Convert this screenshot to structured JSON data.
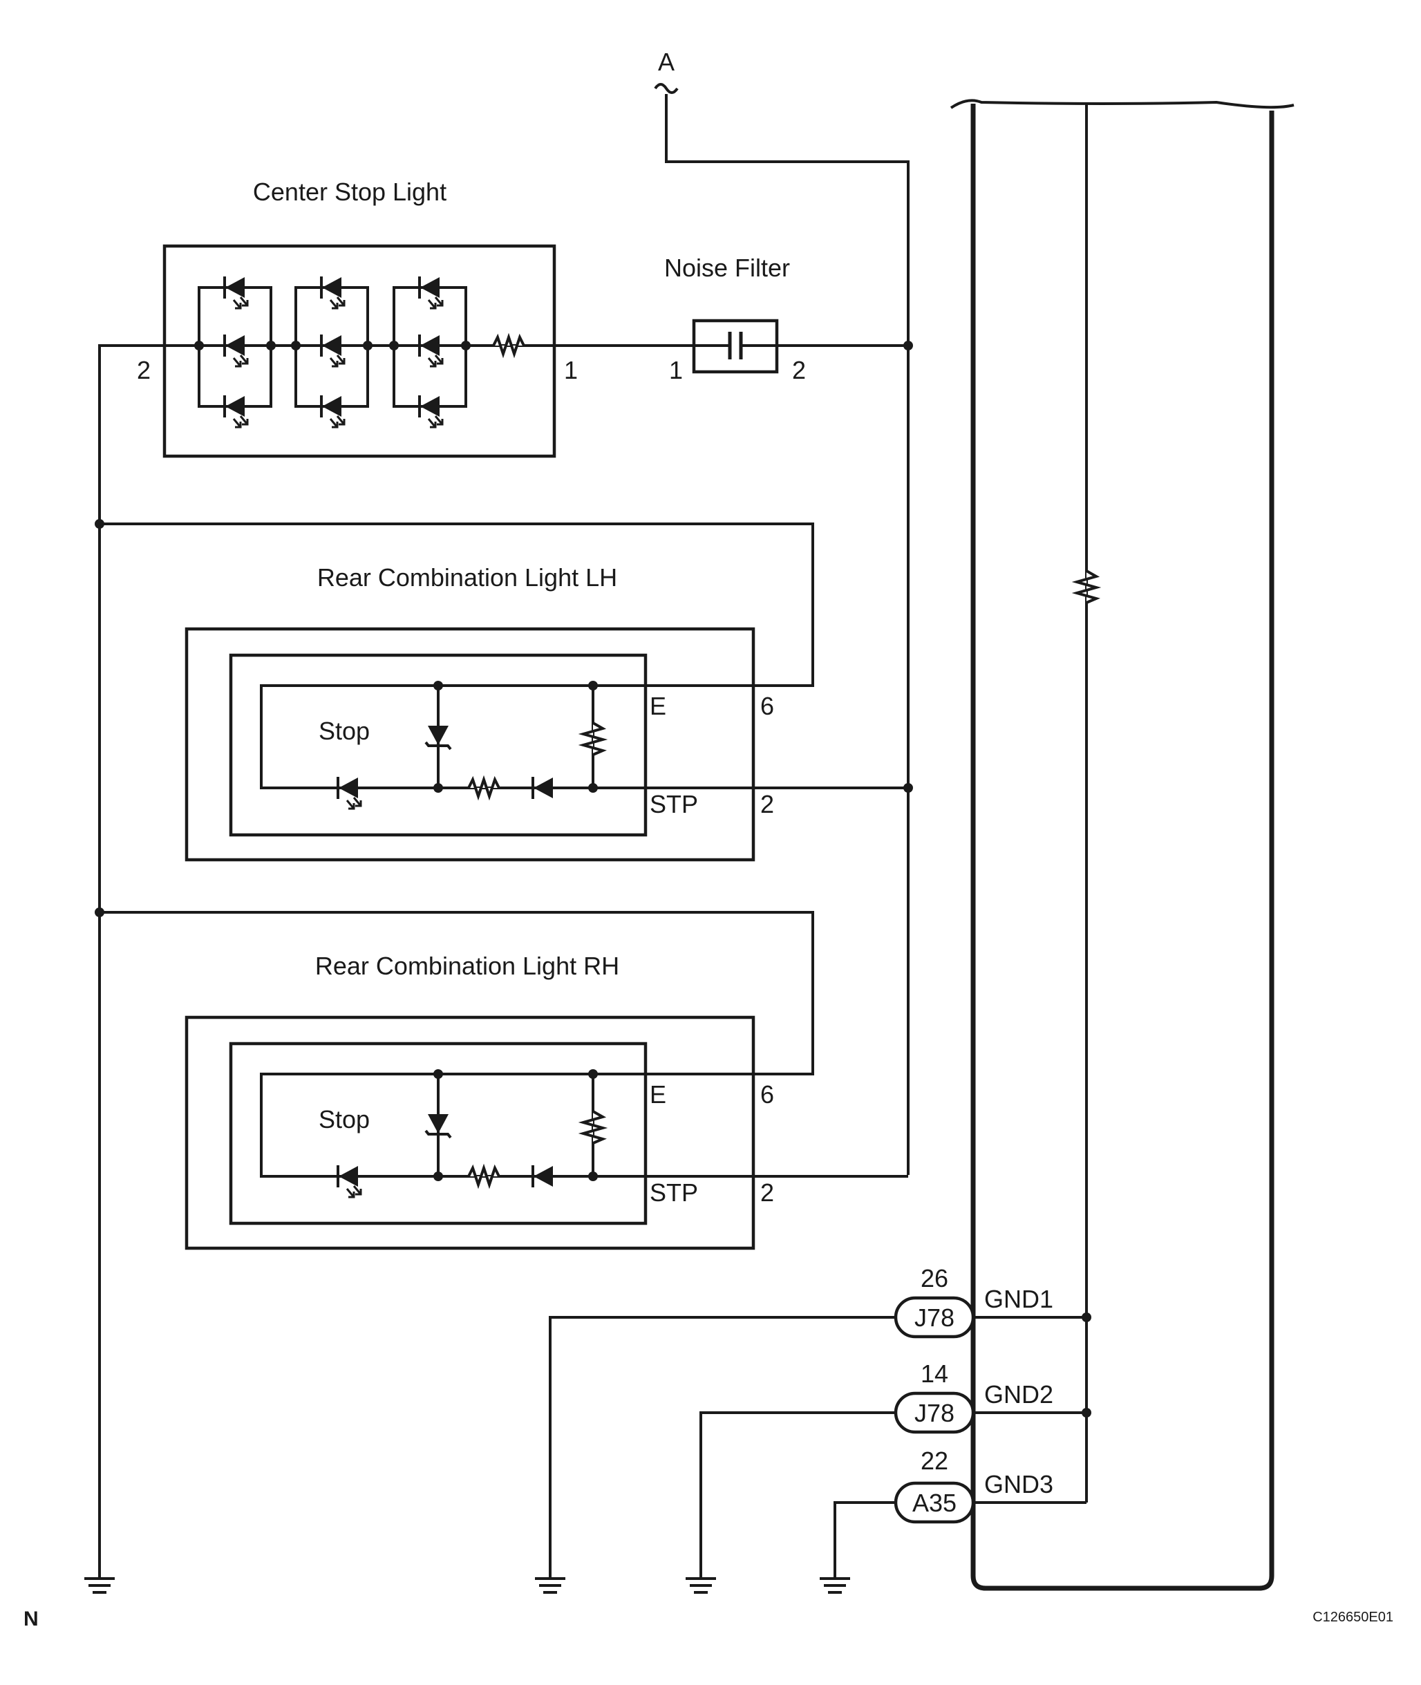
{
  "labels": {
    "source": "A",
    "center_stop_light": "Center Stop Light",
    "noise_filter": "Noise Filter",
    "rear_lh": "Rear Combination Light LH",
    "rear_rh": "Rear Combination Light RH",
    "stop_lh": "Stop",
    "stop_rh": "Stop",
    "corner_letter": "N",
    "figure_code": "C126650E01"
  },
  "pins": {
    "csl_left": "2",
    "csl_right": "1",
    "nf_left": "1",
    "nf_right": "2",
    "lh_e": "E",
    "lh_e_pin": "6",
    "lh_stp": "STP",
    "lh_stp_pin": "2",
    "rh_e": "E",
    "rh_e_pin": "6",
    "rh_stp": "STP",
    "rh_stp_pin": "2"
  },
  "ground_connectors": [
    {
      "pin": "26",
      "connector": "J78",
      "terminal": "GND1"
    },
    {
      "pin": "14",
      "connector": "J78",
      "terminal": "GND2"
    },
    {
      "pin": "22",
      "connector": "A35",
      "terminal": "GND3"
    }
  ],
  "colors": {
    "ink": "#1a1a1a",
    "background": "#ffffff"
  }
}
